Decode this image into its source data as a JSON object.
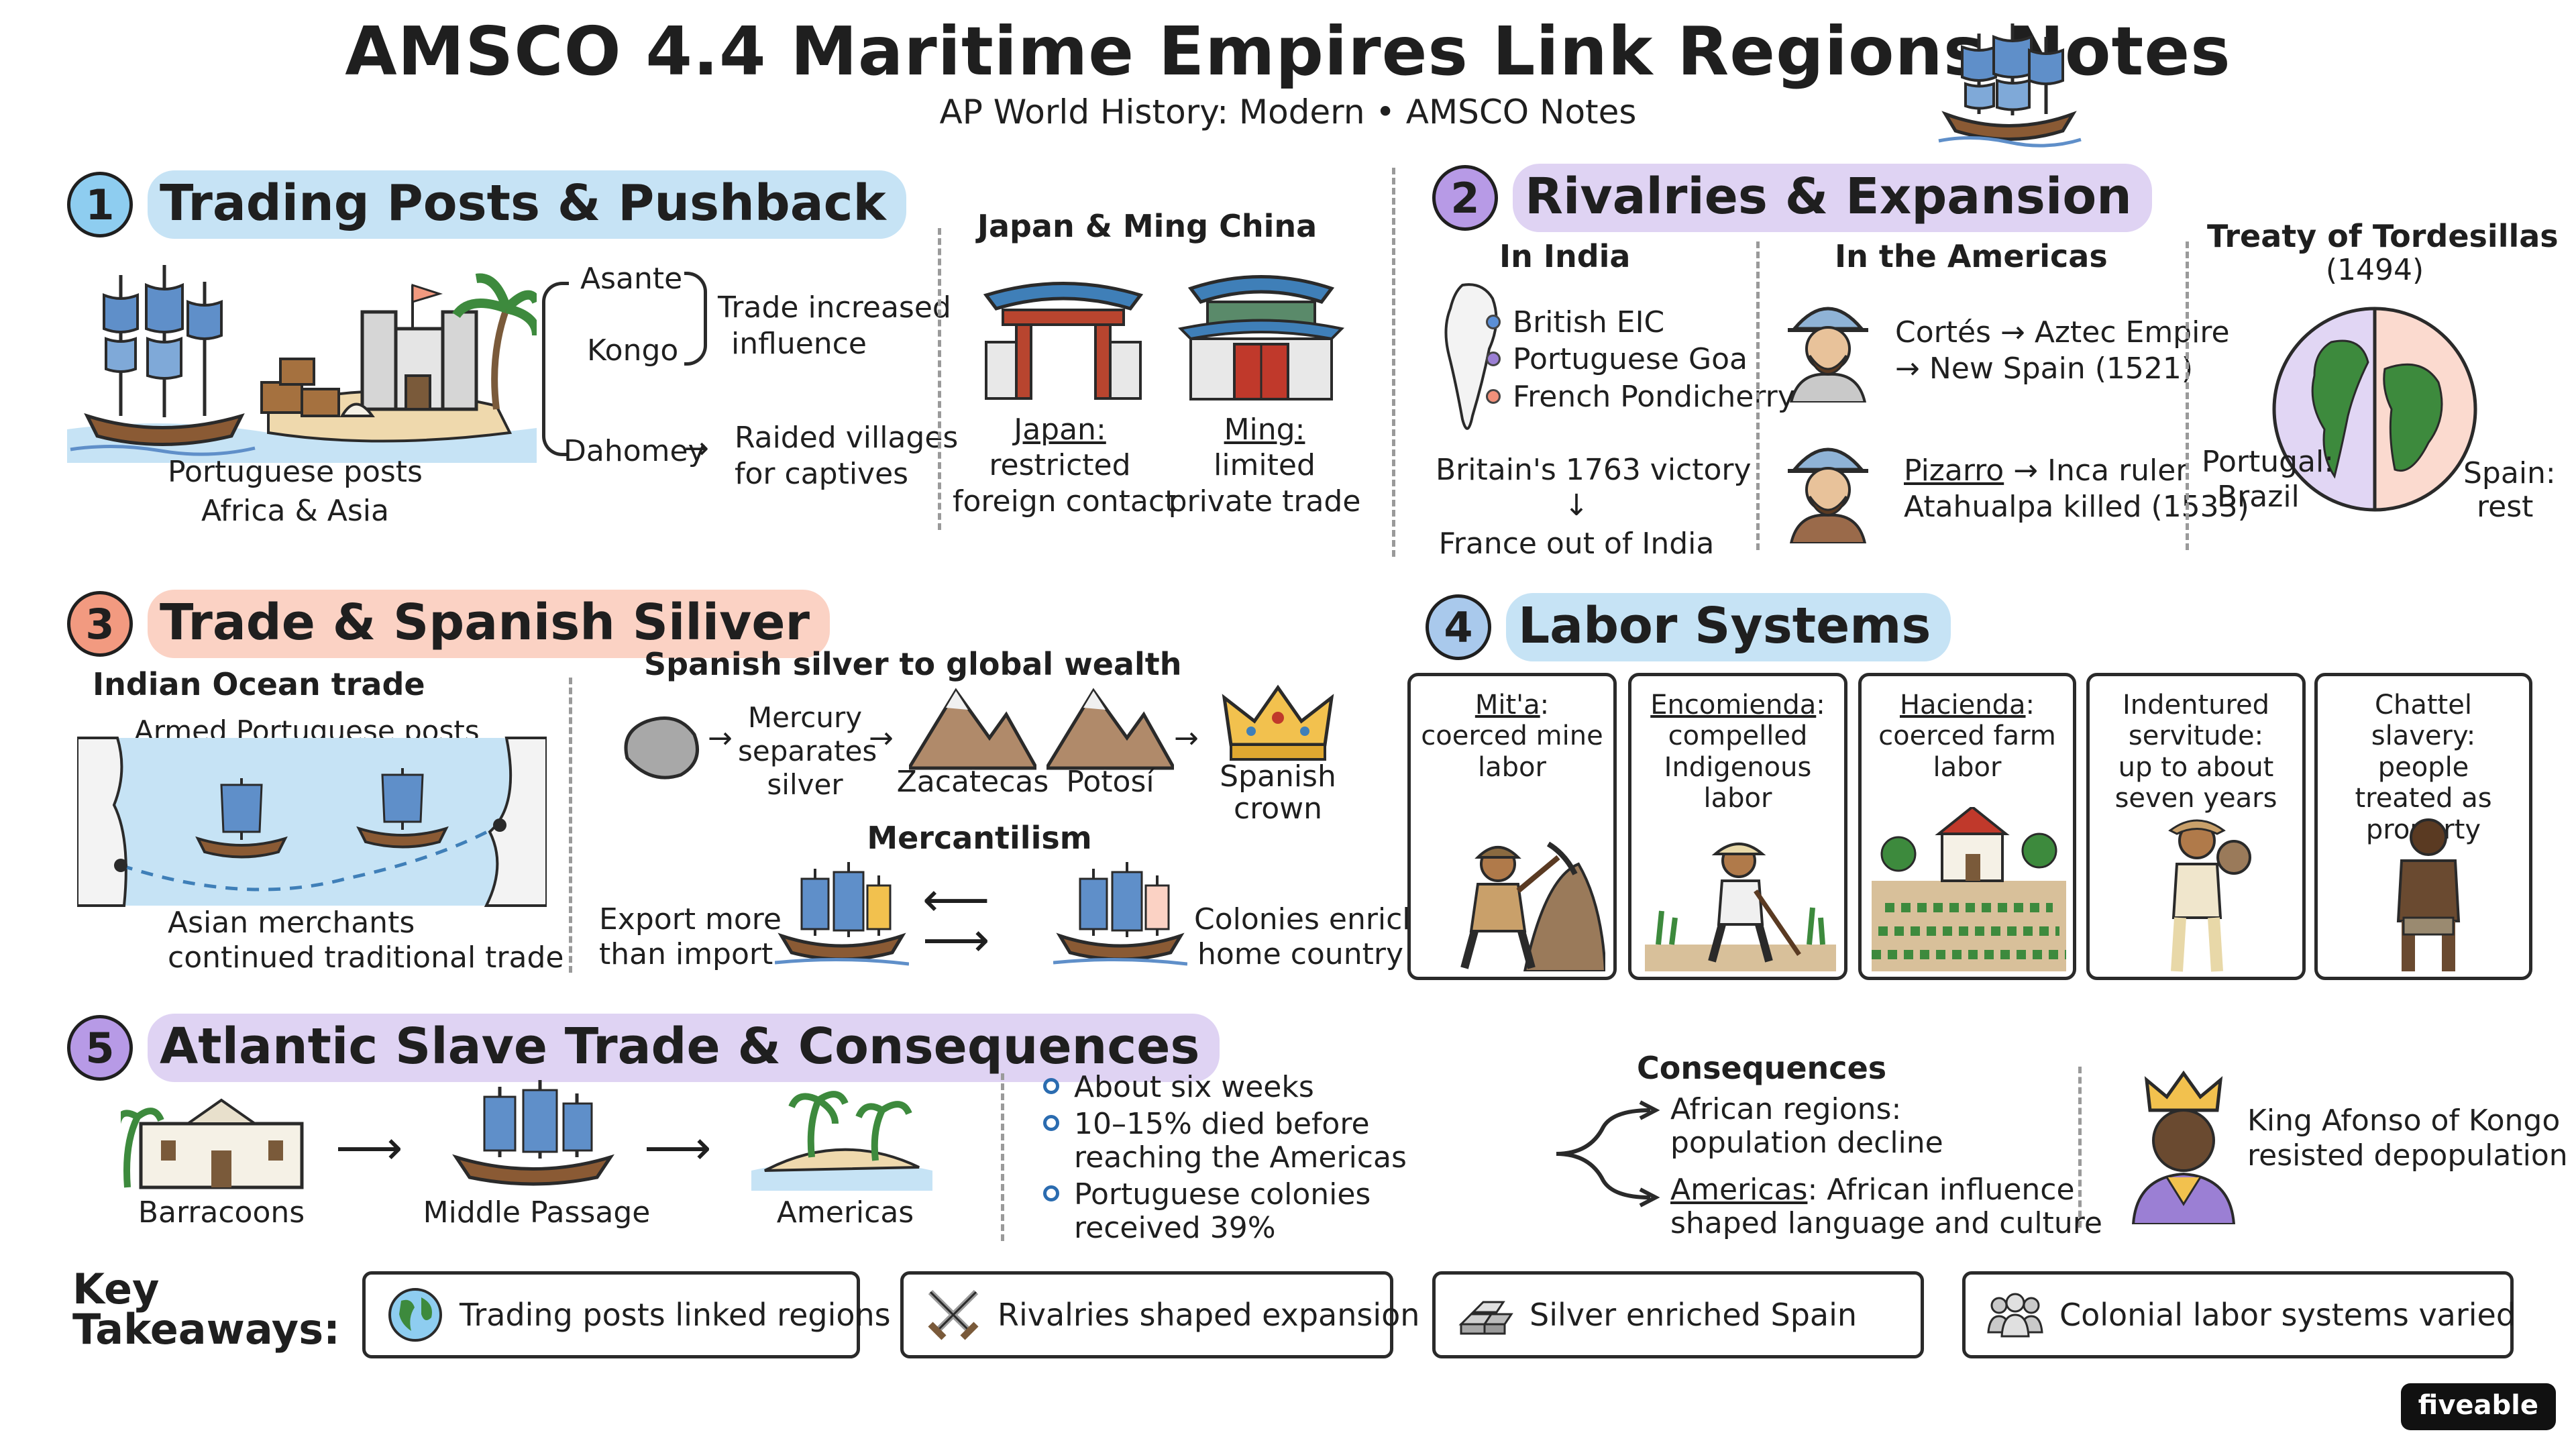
{
  "header": {
    "title": "AMSCO 4.4 Maritime Empires Link Regions Notes",
    "subtitle": "AP World History: Modern • AMSCO Notes"
  },
  "s1": {
    "num": "1",
    "title": "Trading Posts & Pushback",
    "caption_line1": "Portuguese posts",
    "caption_line2": "Africa & Asia",
    "asante": "Asante",
    "kongo": "Kongo",
    "trade_line1": "Trade increased",
    "trade_line2": "influence",
    "dahomey": "Dahomey",
    "raid_line1": "Raided villages",
    "raid_line2": "for captives",
    "jm_title": "Japan & Ming China",
    "japan_label": "Japan:",
    "japan_line1": "restricted",
    "japan_line2": "foreign contact",
    "ming_label": "Ming:",
    "ming_line1": "limited",
    "ming_line2": "private trade"
  },
  "s2": {
    "num": "2",
    "title": "Rivalries & Expansion",
    "india_head": "In India",
    "india_items": [
      {
        "text": "British EIC",
        "color": "#5b8fd6"
      },
      {
        "text": "Portuguese Goa",
        "color": "#9b7fd4"
      },
      {
        "text": "French Pondicherry",
        "color": "#f0907a"
      }
    ],
    "victory": "Britain's 1763 victory",
    "victory_arrow": "↓",
    "france_out": "France out of India",
    "americas_head": "In the Americas",
    "cortes_line1": "Cortés → Aztec Empire",
    "cortes_line2": "→ New Spain (1521)",
    "pizarro_name": "Pizarro",
    "pizarro_line1_rest": " → Inca ruler",
    "pizarro_line2": "Atahualpa killed (1533)",
    "treaty_line1": "Treaty of Tordesillas",
    "treaty_line2": "(1494)",
    "portugal_line1": "Portugal:",
    "portugal_line2": "Brazil",
    "spain_line1": "Spain:",
    "spain_line2": "rest"
  },
  "s3": {
    "num": "3",
    "title": "Trade & Spanish Siliver",
    "io_head": "Indian Ocean trade",
    "armed": "Armed Portuguese posts",
    "asian_line1": "Asian merchants",
    "asian_line2": "continued traditional trade",
    "silver_head": "Spanish silver to global wealth",
    "mercury_line1": "Mercury",
    "mercury_line2": "separates",
    "mercury_line3": "silver",
    "zacatecas": "Zacatecas",
    "potosi": "Potosí",
    "crown_line1": "Spanish",
    "crown_line2": "crown",
    "merc_head": "Mercantilism",
    "export_line1": "Export more",
    "export_line2": "than import",
    "colonies_line1": "Colonies enrich",
    "colonies_line2": "home country"
  },
  "s4": {
    "num": "4",
    "title": "Labor Systems",
    "boxes": [
      {
        "term": "Mit'a",
        "rest": "coerced mine labor"
      },
      {
        "term": "Encomienda",
        "rest": "compelled Indigenous labor"
      },
      {
        "term": "Hacienda",
        "rest": "coerced farm labor"
      },
      {
        "term": "",
        "rest": "Indentured servitude: up to about seven years"
      },
      {
        "term": "",
        "rest": "Chattel slavery: people treated as property"
      }
    ]
  },
  "s5": {
    "num": "5",
    "title": "Atlantic Slave Trade & Consequences",
    "barracoons": "Barracoons",
    "middle": "Middle Passage",
    "americas": "Americas",
    "bullets": [
      "About six weeks",
      "10–15% died before",
      "reaching the Americas",
      "Portuguese colonies",
      "received 39%"
    ],
    "cons_head": "Consequences",
    "african_line1": "African regions:",
    "african_line2": "population decline",
    "americas_term": "Americas",
    "americas_line1_rest": ": African influence",
    "americas_line2": "shaped language and culture",
    "afonso_line1": "King Afonso of Kongo",
    "afonso_line2": "resisted depopulation"
  },
  "key": {
    "label_line1": "Key",
    "label_line2": "Takeaways:",
    "items": [
      {
        "icon": "globe-icon",
        "text": "Trading posts linked regions"
      },
      {
        "icon": "crossed-swords-icon",
        "text": "Rivalries shaped expansion"
      },
      {
        "icon": "silver-bars-icon",
        "text": "Silver enriched Spain"
      },
      {
        "icon": "people-icon",
        "text": "Colonial labor systems varied"
      }
    ]
  },
  "brand": "fiveable",
  "colors": {
    "blue_highlight": "#c6e3f5",
    "purple_highlight": "#dfd3f3",
    "salmon_highlight": "#fbd2c4",
    "num1": "#8ecdf0",
    "num2": "#b79ae6",
    "num3": "#f29a80",
    "num4": "#a9c9ec",
    "num5": "#b79ae6"
  }
}
